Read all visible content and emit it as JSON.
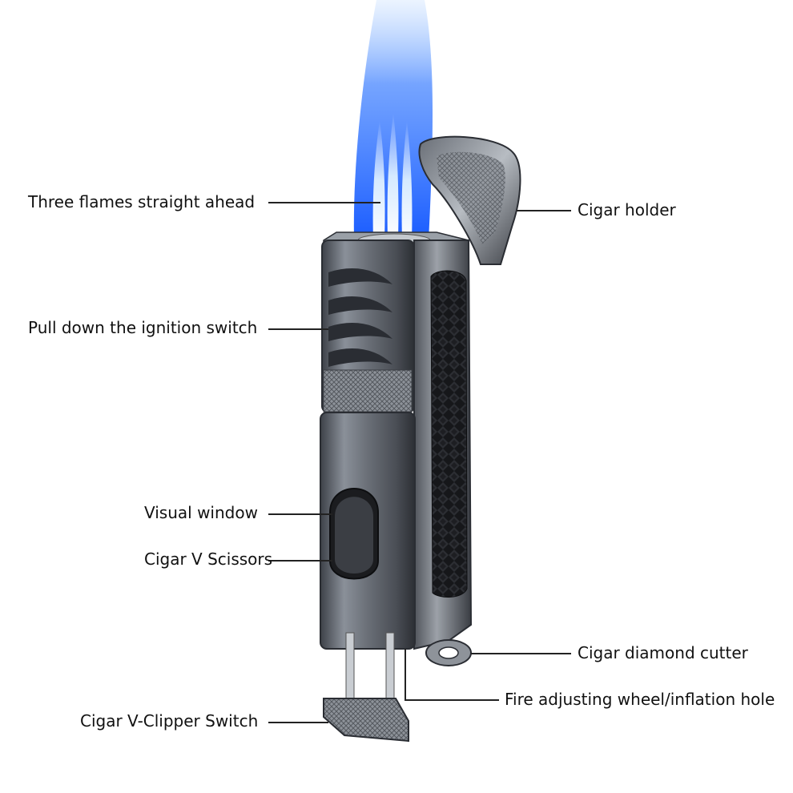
{
  "diagram": {
    "labels": {
      "three_flames": "Three flames straight ahead",
      "ignition_switch": "Pull down the ignition switch",
      "visual_window": "Visual window",
      "v_scissors": "Cigar V Scissors",
      "v_clipper_switch": "Cigar V-Clipper Switch",
      "cigar_holder": "Cigar holder",
      "diamond_cutter": "Cigar diamond cutter",
      "fire_wheel": "Fire adjusting wheel/inflation hole"
    }
  },
  "colors": {
    "flame_blue": "#1e6cff",
    "flame_core": "#d8f0ff",
    "metal_gunmetal": "#5b6068",
    "metal_dark": "#2a2d33",
    "carbon_fiber": "#1a1b1e",
    "leader_line": "#222222"
  }
}
